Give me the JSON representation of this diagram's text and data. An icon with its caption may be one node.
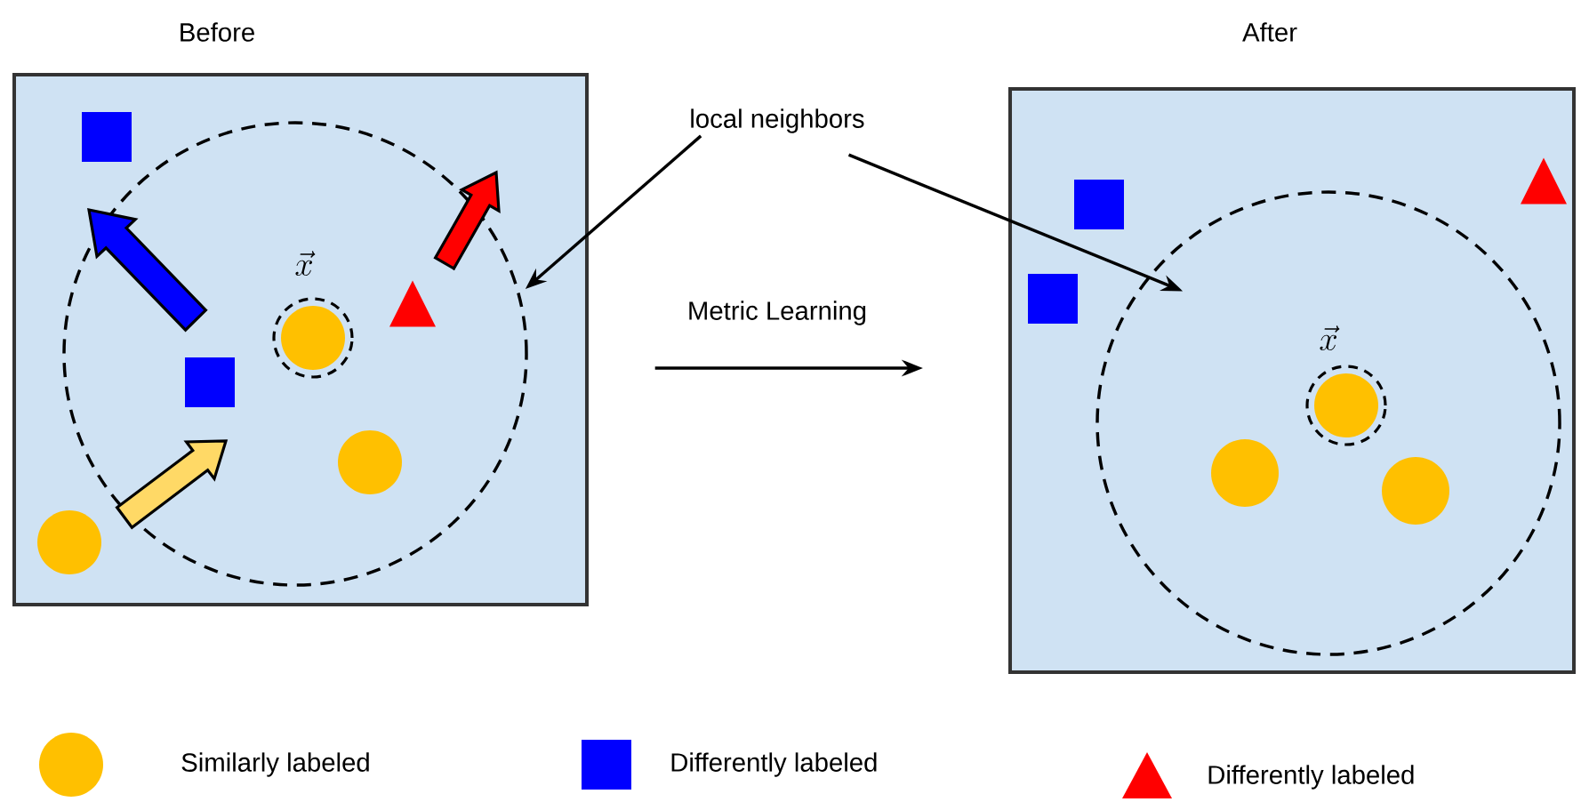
{
  "diagram": {
    "nodes": [
      {
        "text": [
          "Before"
        ]
      },
      {
        "text": [
          "After"
        ]
      },
      {
        "text": [
          "local neighbors"
        ]
      },
      {
        "text": [],
        "shape": "circle",
        "in": 0
      },
      {
        "text": [],
        "shape": "circle",
        "in": 1
      }
    ],
    "edges": [
      {
        "from": 0,
        "to": 1,
        "arrow": "to",
        "label": "Metric Learning"
      },
      {
        "from": 2,
        "to": 3,
        "arrow": "to"
      },
      {
        "from": 2,
        "to": 4,
        "arrow": "to"
      }
    ],
    "labels": [
      "\\vec{x}",
      "\\vec{x}"
    ],
    "legend": [
      {
        "text": "Similarly labeled",
        "color": "#ffc000"
      },
      {
        "text": "Differently labeled",
        "color": "#0000ff"
      },
      {
        "text": "Differently labeled",
        "color": "#ff0000"
      }
    ]
  }
}
